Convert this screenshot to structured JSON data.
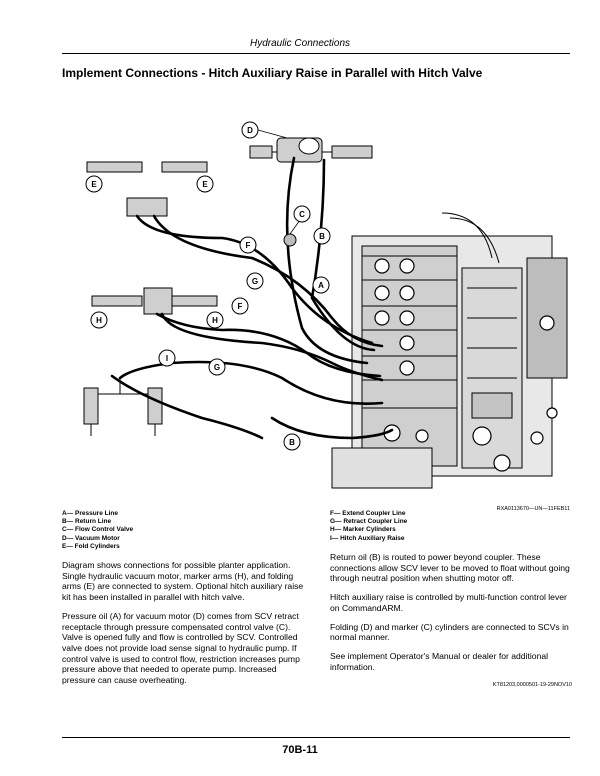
{
  "header": {
    "section": "Hydraulic Connections"
  },
  "title": "Implement Connections - Hitch Auxiliary Raise in Parallel with Hitch Valve",
  "figure": {
    "id": "RXA0113670—UN—11FEB11",
    "callouts": {
      "A": "A",
      "B": "B",
      "C": "C",
      "D": "D",
      "E": "E",
      "F": "F",
      "G": "G",
      "H": "H",
      "I": "I"
    }
  },
  "legend": {
    "left": [
      "A— Pressure Line",
      "B— Return Line",
      "C— Flow Control Valve",
      "D— Vacuum Motor",
      "E— Fold Cylinders"
    ],
    "right": [
      "F— Extend Coupler Line",
      "G— Retract Coupler Line",
      "H— Marker Cylinders",
      "I— Hitch Auxiliary Raise"
    ]
  },
  "body": {
    "left": [
      "Diagram shows connections for possible planter application. Single hydraulic vacuum motor, marker arms (H), and folding arms (E) are connected to system. Optional hitch auxiliary raise kit has been installed in parallel with hitch valve.",
      "Pressure oil (A) for vacuum motor (D) comes from SCV retract receptacle through pressure compensated control valve (C). Valve is opened fully and flow is controlled by SCV. Controlled valve does not provide load sense signal to hydraulic pump. If control valve is used to control flow, restriction increases pump pressure above that needed to operate pump. Increased pressure can cause overheating."
    ],
    "right": [
      "Return oil (B) is routed to power beyond coupler. These connections allow SCV lever to be moved to float without going through neutral position when shutting motor off.",
      "Hitch auxiliary raise is controlled by multi-function control lever on CommandARM.",
      "Folding (D) and marker (C) cylinders are connected to SCVs in normal manner.",
      "See implement Operator's Manual or dealer for additional information."
    ],
    "doc_code": "KT81203,0000501-19-29NOV10"
  },
  "footer": {
    "page": "70B-11"
  }
}
